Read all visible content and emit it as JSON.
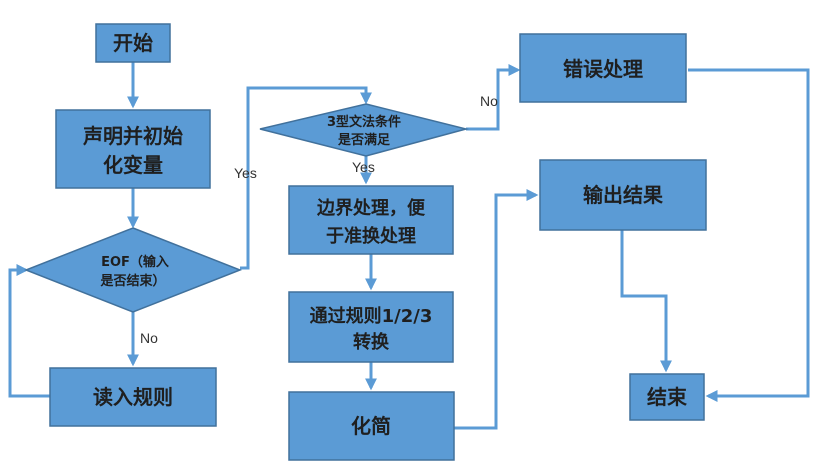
{
  "nodes": {
    "start": "开始",
    "declare": [
      "声明并初始",
      "化变量"
    ],
    "eof": [
      "EOF（输入",
      "是否结束）"
    ],
    "read": "读入规则",
    "type3": [
      "3型文法条件",
      "是否满足"
    ],
    "boundary": [
      "边界处理，便",
      "于准换处理"
    ],
    "convert": [
      "通过规则1/2/3",
      "转换"
    ],
    "simplify": "化简",
    "error": "错误处理",
    "output": "输出结果",
    "end": "结束"
  },
  "edge_labels": {
    "eof_yes": "Yes",
    "eof_no": "No",
    "type3_yes": "Yes",
    "type3_no": "No"
  }
}
